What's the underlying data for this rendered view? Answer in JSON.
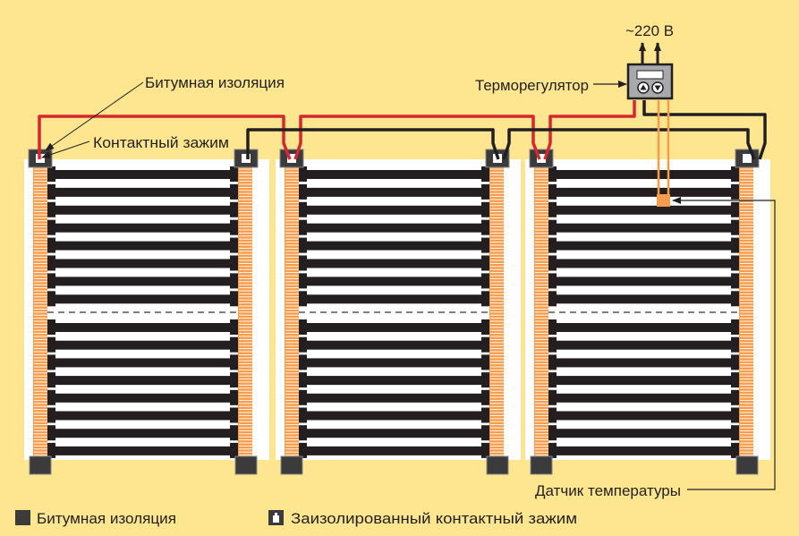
{
  "title": "Схема подключения плёночного тёплого пола",
  "colors": {
    "background": "#fde68f",
    "film": "#ffffff",
    "strip": "#231f20",
    "bus": "#f59d4c",
    "insulation": "#3b3b3b",
    "wire_phase": "#d7262e",
    "wire_neutral": "#231f20",
    "sensor_wire": "#f59d4c",
    "thermostat_body": "#a7a9ac"
  },
  "labels": {
    "bitumen_insulation": "Битумная изоляция",
    "contact_clamp": "Контактный зажим",
    "thermostat": "Терморегулятор",
    "power": "~220 В",
    "temp_sensor": "Датчик температуры"
  },
  "legend": [
    {
      "icon": "bitumen-insulation-swatch",
      "label": "Битумная изоляция"
    },
    {
      "icon": "insulated-clamp-swatch",
      "label": "Заизолированный контактный зажим"
    }
  ],
  "panels": [
    {
      "name": "film-panel-1"
    },
    {
      "name": "film-panel-2"
    },
    {
      "name": "film-panel-3"
    }
  ],
  "strips_per_half": 8
}
